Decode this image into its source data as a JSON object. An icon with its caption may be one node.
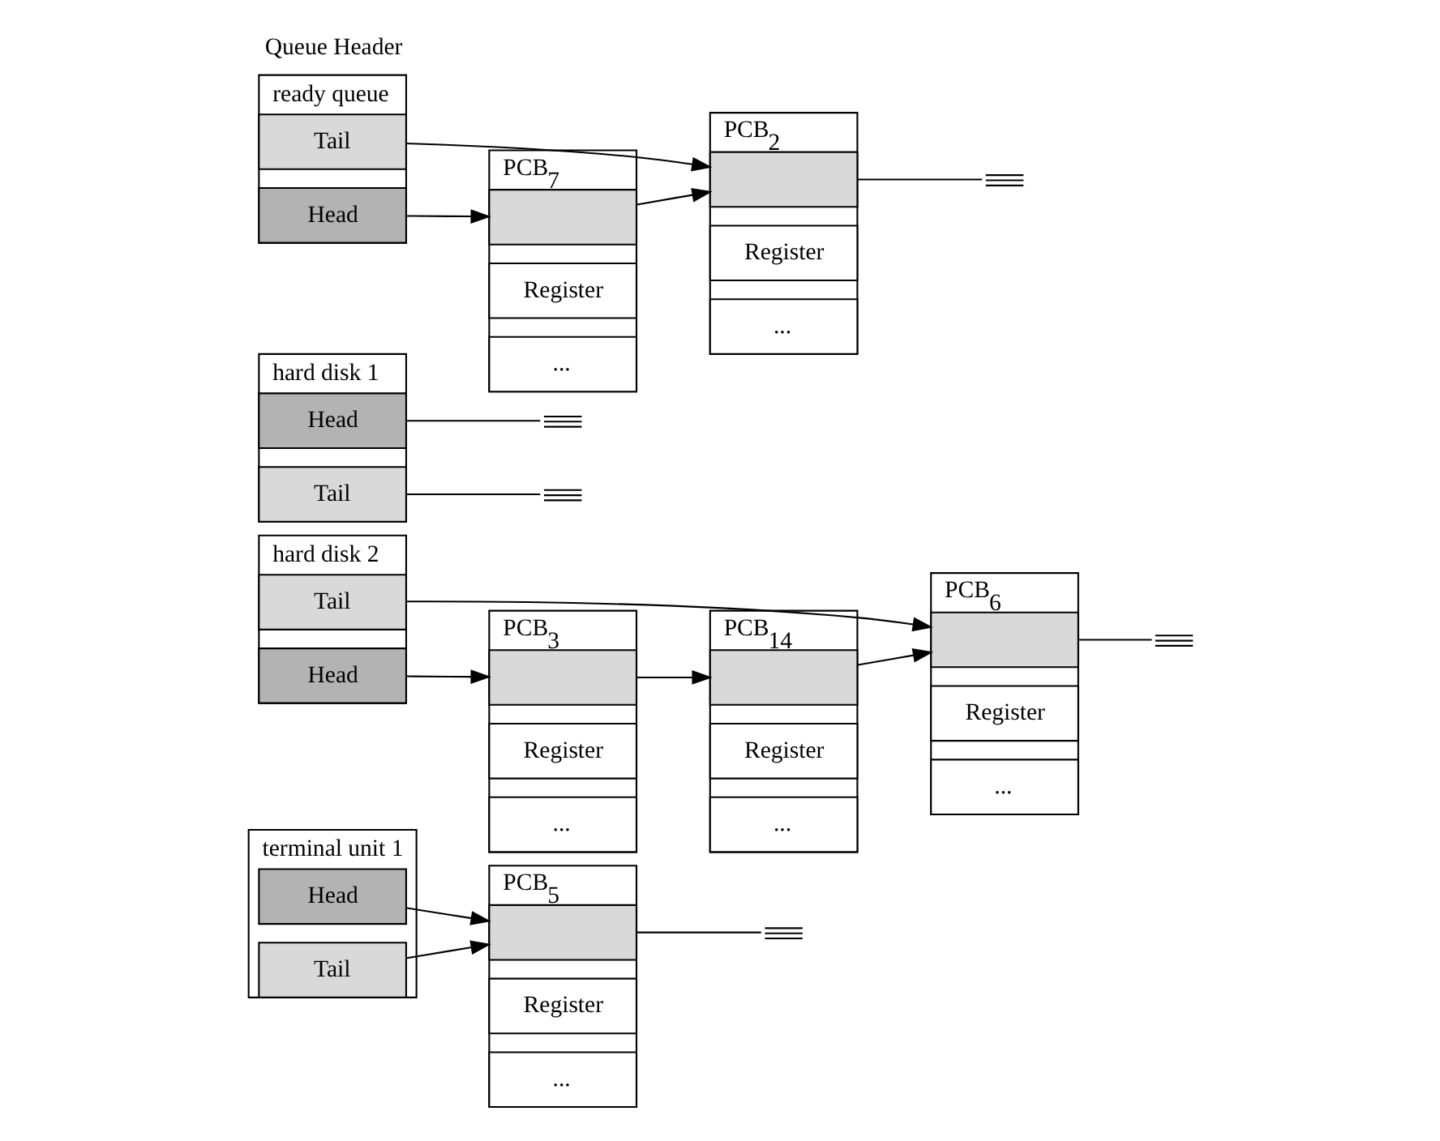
{
  "diagram": {
    "nodes": [
      {
        "text": [
          "ready queue"
        ]
      },
      {
        "text": [
          "Head"
        ],
        "in": 0
      },
      {
        "text": [
          "Tail"
        ],
        "in": 0
      },
      {
        "text": [
          "PCB$_{7}$"
        ]
      },
      {
        "text": [],
        "shape": "box",
        "in": 3
      },
      {
        "text": [
          "Register"
        ],
        "in": 3
      },
      {
        "text": [
          "..."
        ],
        "in": 3
      },
      {
        "text": [
          "PCB$_{2}$"
        ]
      },
      {
        "text": [],
        "shape": "box",
        "in": 7
      },
      {
        "text": [
          "Register"
        ],
        "in": 7
      },
      {
        "text": [
          "..."
        ],
        "in": 7
      },
      {
        "text": [],
        "shape": "ground"
      },
      {
        "text": [
          "hard disk 1"
        ]
      },
      {
        "text": [
          "Head"
        ],
        "in": 12
      },
      {
        "text": [
          "Tail"
        ],
        "in": 12
      },
      {
        "text": [],
        "shape": "ground"
      },
      {
        "text": [],
        "shape": "ground"
      },
      {
        "text": [
          "hard disk 2"
        ]
      },
      {
        "text": [
          "Head"
        ],
        "in": 17
      },
      {
        "text": [
          "Tail"
        ],
        "in": 17
      },
      {
        "text": [
          "PCB$_{3}$"
        ]
      },
      {
        "text": [],
        "shape": "box",
        "in": 20
      },
      {
        "text": [
          "Register"
        ],
        "in": 20
      },
      {
        "text": [
          "..."
        ],
        "in": 20
      },
      {
        "text": [
          "PCB$_{14}$"
        ]
      },
      {
        "text": [],
        "shape": "box",
        "in": 24
      },
      {
        "text": [
          "Register"
        ],
        "in": 24
      },
      {
        "text": [
          "..."
        ],
        "in": 24
      },
      {
        "text": [
          "PCB$_{6}$"
        ]
      },
      {
        "text": [],
        "shape": "box",
        "in": 28
      },
      {
        "text": [
          "Register"
        ],
        "in": 28
      },
      {
        "text": [
          "..."
        ],
        "in": 28
      },
      {
        "text": [],
        "shape": "ground"
      },
      {
        "text": [
          "terminal unit 1"
        ]
      },
      {
        "text": [
          "Head"
        ],
        "in": 33
      },
      {
        "text": [
          "Tail"
        ],
        "in": 33
      },
      {
        "text": [
          "PCB$_{5}$"
        ]
      },
      {
        "text": [],
        "shape": "box",
        "in": 36
      },
      {
        "text": [
          "Register"
        ],
        "in": 36
      },
      {
        "text": [
          "..."
        ],
        "in": 36
      },
      {
        "text": [],
        "shape": "ground"
      }
    ],
    "edges": [
      {
        "from": 1,
        "to": 4,
        "arrow": "to"
      },
      {
        "from": 4,
        "to": 8,
        "arrow": "to"
      },
      {
        "from": 8,
        "to": 11,
        "arrow": "none"
      },
      {
        "from": 2,
        "to": 8,
        "arrow": "to"
      },
      {
        "from": 13,
        "to": 15,
        "arrow": "none"
      },
      {
        "from": 14,
        "to": 16,
        "arrow": "none"
      },
      {
        "from": 18,
        "to": 21,
        "arrow": "to"
      },
      {
        "from": 21,
        "to": 25,
        "arrow": "to"
      },
      {
        "from": 25,
        "to": 29,
        "arrow": "to"
      },
      {
        "from": 29,
        "to": 32,
        "arrow": "none"
      },
      {
        "from": 19,
        "to": 29,
        "arrow": "to"
      },
      {
        "from": 34,
        "to": 37,
        "arrow": "to"
      },
      {
        "from": 35,
        "to": 37,
        "arrow": "to"
      },
      {
        "from": 37,
        "to": 40,
        "arrow": "none"
      }
    ],
    "labels": [
      "Queue Header"
    ]
  }
}
